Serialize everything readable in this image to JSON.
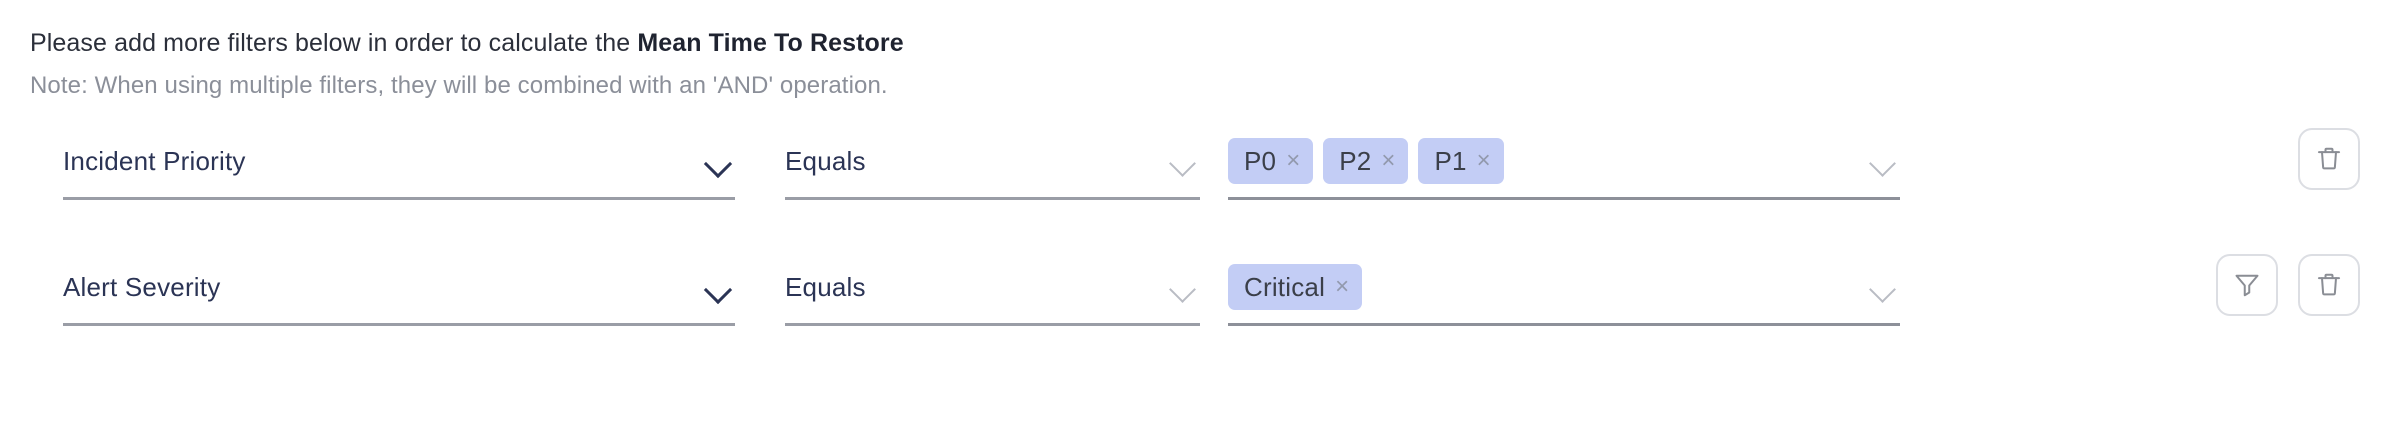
{
  "header": {
    "headline_prefix": "Please add more filters below in order to calculate the ",
    "headline_metric": "Mean Time To Restore",
    "note": "Note: When using multiple filters, they will be combined with an 'AND' operation."
  },
  "colors": {
    "chip_background": "#c3cdf5",
    "field_text": "#2b3455",
    "note_text": "#8b8f99",
    "underline": "#9a9da6",
    "button_border": "#dcdee3",
    "icon_stroke": "#8a8d94"
  },
  "filters": [
    {
      "attribute": "Incident Priority",
      "operator": "Equals",
      "values": [
        "P0",
        "P2",
        "P1"
      ],
      "remove_label": "×",
      "actions": [
        "trash-icon"
      ]
    },
    {
      "attribute": "Alert Severity",
      "operator": "Equals",
      "values": [
        "Critical"
      ],
      "remove_label": "×",
      "actions": [
        "funnel-icon",
        "trash-icon"
      ]
    }
  ],
  "icons": {
    "chevron_down": "chevron-down-icon",
    "trash": "trash-icon",
    "funnel": "funnel-icon"
  }
}
